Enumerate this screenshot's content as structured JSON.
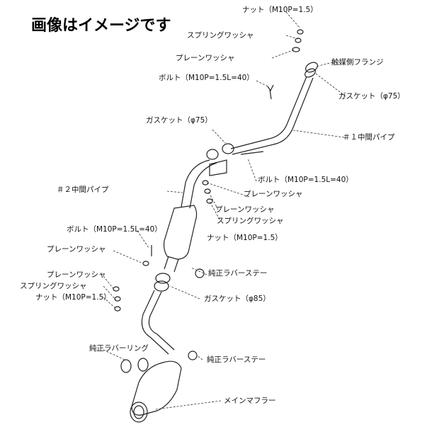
{
  "title": "画像はイメージです",
  "labels": {
    "nut_top": "ナット（M10P=1.5）",
    "spring_washer_top": "スプリングワッシャ",
    "plain_washer_top": "プレーンワッシャ",
    "bolt_top": "ボルト（M10P=1.5L=40）",
    "catalyst_flange": "触媒側フランジ",
    "gasket_75_right": "ガスケット（φ75）",
    "gasket_75_mid": "ガスケット（φ75）",
    "pipe1": "＃１中間パイプ",
    "pipe2": "＃２中間パイプ",
    "bolt_mid": "ボルト（M10P=1.5L=40）",
    "plain_washer_mid1": "プレーンワッシャ",
    "plain_washer_mid2": "プレーンワッシャ",
    "spring_washer_mid": "スプリングワッシャ",
    "nut_mid": "ナット（M10P=1.5）",
    "bolt_left": "ボルト（M10P=1.5L=40）",
    "plain_washer_left": "プレーンワッシャ",
    "rubber_stay_1": "純正ラバーステー",
    "plain_washer_left2": "プレーンワッシャ",
    "spring_washer_left": "スプリングワッシャ",
    "nut_left": "ナット（M10P=1.5）",
    "gasket_85": "ガスケット（φ85）",
    "rubber_ring": "純正ラバーリング",
    "rubber_stay_2": "純正ラバーステー",
    "main_muffler": "メインマフラー"
  }
}
